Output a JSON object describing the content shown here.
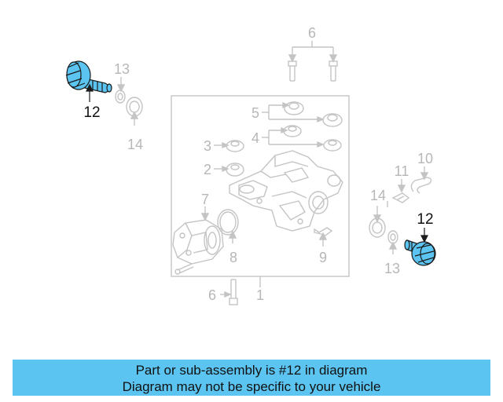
{
  "highlight_color": "#5bc4f1",
  "line_color": "#c4c4c4",
  "callouts": {
    "c6_top": "6",
    "c13_left": "13",
    "c12_left": "12",
    "c14_left": "14",
    "c5": "5",
    "c4": "4",
    "c3": "3",
    "c2": "2",
    "c7": "7",
    "c8": "8",
    "c9": "9",
    "c10": "10",
    "c11": "11",
    "c14_right": "14",
    "c12_right": "12",
    "c13_right": "13",
    "c6_bottom": "6",
    "c1": "1"
  },
  "banner": {
    "line1": "Part or sub-assembly is #12 in diagram",
    "line2": "Diagram may not be specific to your vehicle"
  }
}
